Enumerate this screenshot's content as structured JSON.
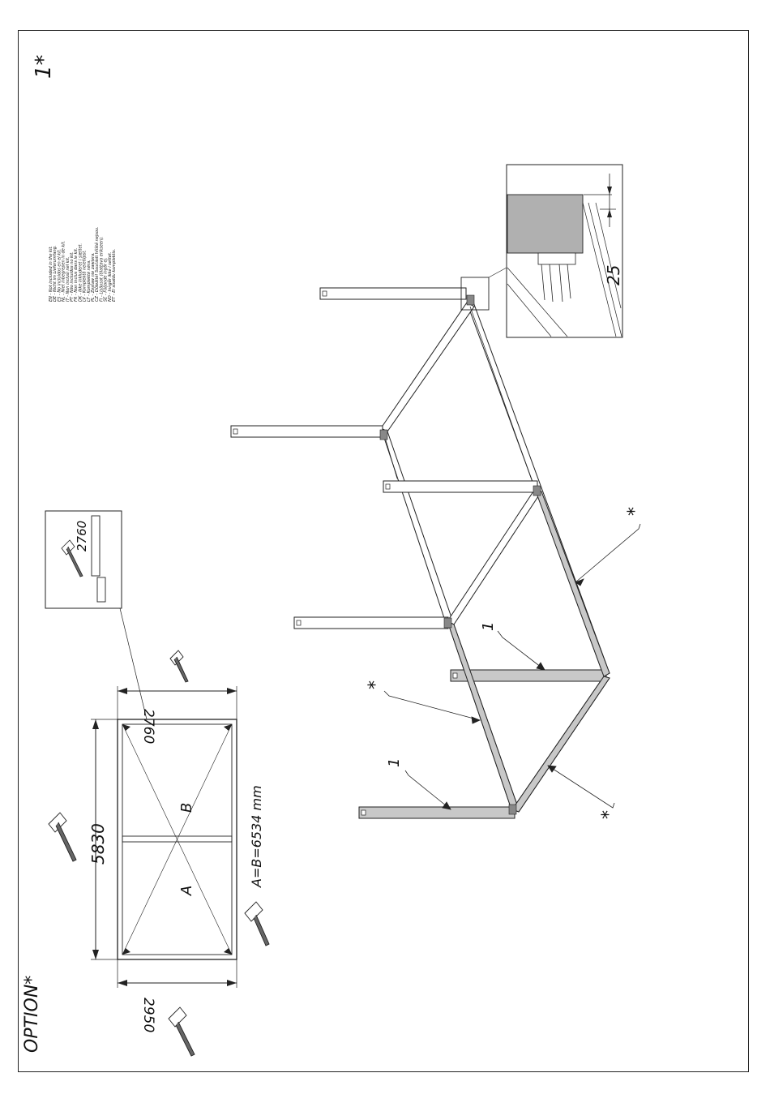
{
  "header": {
    "page_number": "1*",
    "option_label": "OPTION*"
  },
  "legend": {
    "lines": [
      "EN - Not included in the kit.",
      "DE - Nicht im Lieferumfang.",
      "ES - No incluidos en el kit.",
      "NL - Niet inbegrepen in de kit.",
      "IT - Non inclusi nel kit.",
      "PT - Não incluidos no kit.",
      "FR - Non inclus dans le kit.",
      "DK - Ikke inkluderet i sættet.",
      "LV - Komplektā neietilpst.",
      "LT - Komplektė nėra.",
      "PL - Zestaw nie zawiera.",
      "CZ - Důležité! Součásti hřiště nejsou.",
      "FI - Lisäosat (tilattava erikseen).",
      "SE - Följande ingår ej.",
      "NO - Inngår ikke i settet.",
      "ET - Ei sisaldu komplektis."
    ]
  },
  "plan": {
    "length": "5830",
    "width_top": "2760",
    "width_bottom": "2950",
    "label_a": "A",
    "label_b": "B",
    "diagonal_formula": "A=B=6534 mm"
  },
  "detail_small": {
    "dimension": "2760"
  },
  "detail_corner": {
    "dimension": "25"
  },
  "callouts": {
    "part": "1",
    "not_included": "*"
  },
  "colors": {
    "line": "#222222",
    "beam_fill": "#ffffff",
    "highlight_fill": "#c8c8c8",
    "dark_fill": "#b0b0b0"
  }
}
